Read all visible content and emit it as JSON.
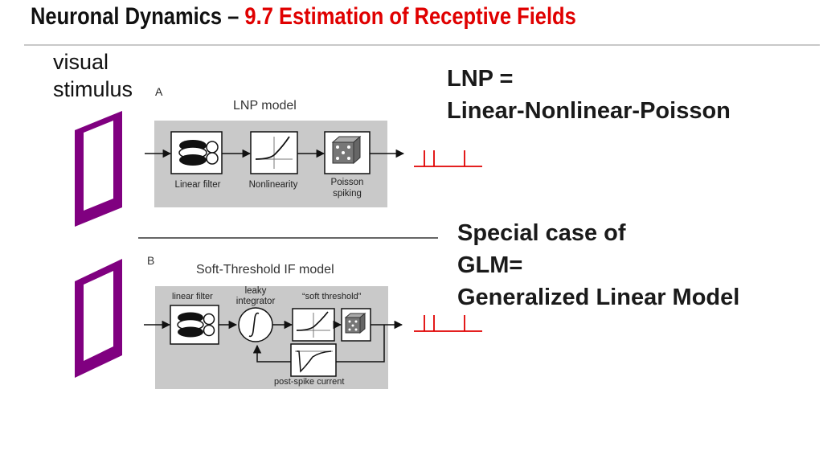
{
  "header": {
    "title_main": "Neuronal Dynamics – ",
    "title_sub": "9.7 Estimation of Receptive Fields"
  },
  "left": {
    "visual_stimulus_line1": "visual",
    "visual_stimulus_line2": "stimulus"
  },
  "panel_a": {
    "label": "A",
    "title": "LNP model",
    "blocks": {
      "linear_filter": "Linear filter",
      "nonlinearity": "Nonlinearity",
      "poisson_line1": "Poisson",
      "poisson_line2": "spiking"
    }
  },
  "panel_b": {
    "label": "B",
    "title": "Soft-Threshold IF model",
    "blocks": {
      "linear_filter": "linear filter",
      "leaky_line1": "leaky",
      "leaky_line2": "integrator",
      "soft_threshold": "“soft threshold”",
      "post_spike": "post-spike current"
    }
  },
  "right": {
    "lnp_line1": "LNP =",
    "lnp_line2": "Linear-Nonlinear-Poisson",
    "glm_line1": "Special case of",
    "glm_line2": "GLM=",
    "glm_line3": "Generalized Linear Model"
  },
  "colors": {
    "title_accent": "#e00000",
    "stimulus_frame": "#800080",
    "spike_train": "#e00000",
    "panel_gray": "#c9c9c9"
  }
}
